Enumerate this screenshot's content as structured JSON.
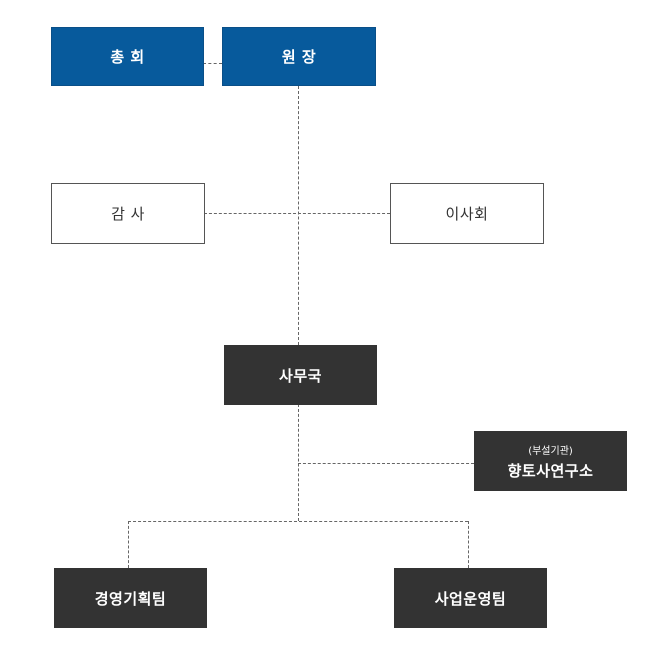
{
  "org_chart": {
    "general_assembly": "총 회",
    "director": "원 장",
    "auditor": "감 사",
    "board": "이사회",
    "secretariat": "사무국",
    "affiliated_label": "(부설기관)",
    "research_institute": "향토사연구소",
    "planning_team": "경영기획팀",
    "business_team": "사업운영팀"
  },
  "colors": {
    "blue_box": "#075a9c",
    "dark_box": "#333333",
    "outline": "#555555",
    "connector": "#666666"
  }
}
